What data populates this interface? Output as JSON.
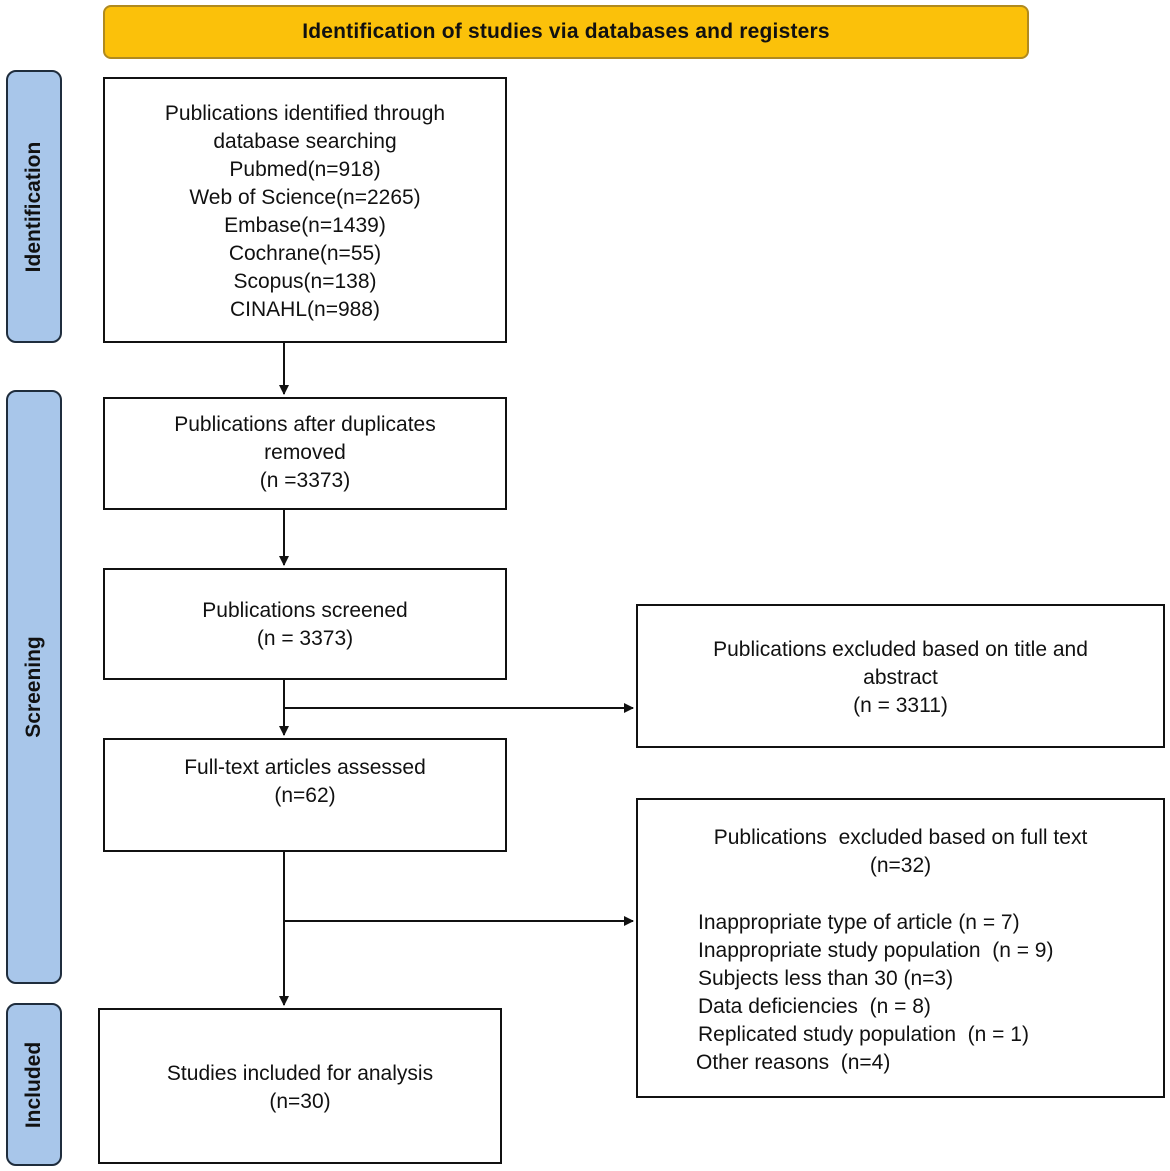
{
  "banner": {
    "title": "Identification of studies via databases and registers"
  },
  "phases": {
    "identification": "Identification",
    "screening": "Screening",
    "included": "Included"
  },
  "boxes": {
    "identified": {
      "lines": [
        "Publications identified through",
        "database searching",
        "Pubmed(n=918)",
        "Web of Science(n=2265)",
        "Embase(n=1439)",
        "Cochrane(n=55)",
        "Scopus(n=138)",
        "CINAHL(n=988)"
      ]
    },
    "after_duplicates": {
      "lines": [
        "Publications after duplicates",
        "removed",
        "(n =3373)"
      ]
    },
    "screened": {
      "lines": [
        "Publications screened",
        "(n = 3373)"
      ]
    },
    "excluded_title": {
      "lines": [
        "Publications excluded based on title and",
        "abstract",
        "(n = 3311)"
      ]
    },
    "full_text": {
      "lines": [
        "Full-text articles assessed",
        "(n=62)"
      ]
    },
    "excluded_full": {
      "header": [
        "Publications  excluded based on full text",
        "(n=32)"
      ],
      "reasons": [
        "Inappropriate type of article (n = 7)",
        "Inappropriate study population  (n = 9)",
        "Subjects less than 30 (n=3)",
        "Data deficiencies  (n = 8)",
        "Replicated study population  (n = 1)",
        "Other reasons  (n=4)"
      ]
    },
    "included": {
      "lines": [
        "Studies included for analysis",
        "(n=30)"
      ]
    }
  },
  "colors": {
    "banner": "#fbc10a",
    "phase": "#a8c6ea",
    "border": "#111111"
  }
}
